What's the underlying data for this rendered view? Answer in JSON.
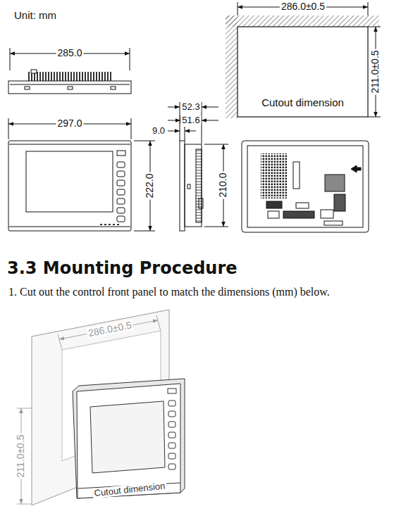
{
  "diagram": {
    "title": "3.3 Mounting Procedure",
    "nodes": [
      {
        "text": [
          "Cutout dimension"
        ]
      }
    ],
    "labels": [
      "Unit: mm",
      "285.0",
      "297.0",
      "222.0",
      "52.3",
      "51.6",
      "9.0",
      "210.0",
      "286.0±0.5",
      "211.0±0.5",
      "1. Cut out the control front panel to match the dimensions (mm) below.",
      "286.0±0.5",
      "211.0±0.5",
      "Cutout dimension"
    ]
  }
}
